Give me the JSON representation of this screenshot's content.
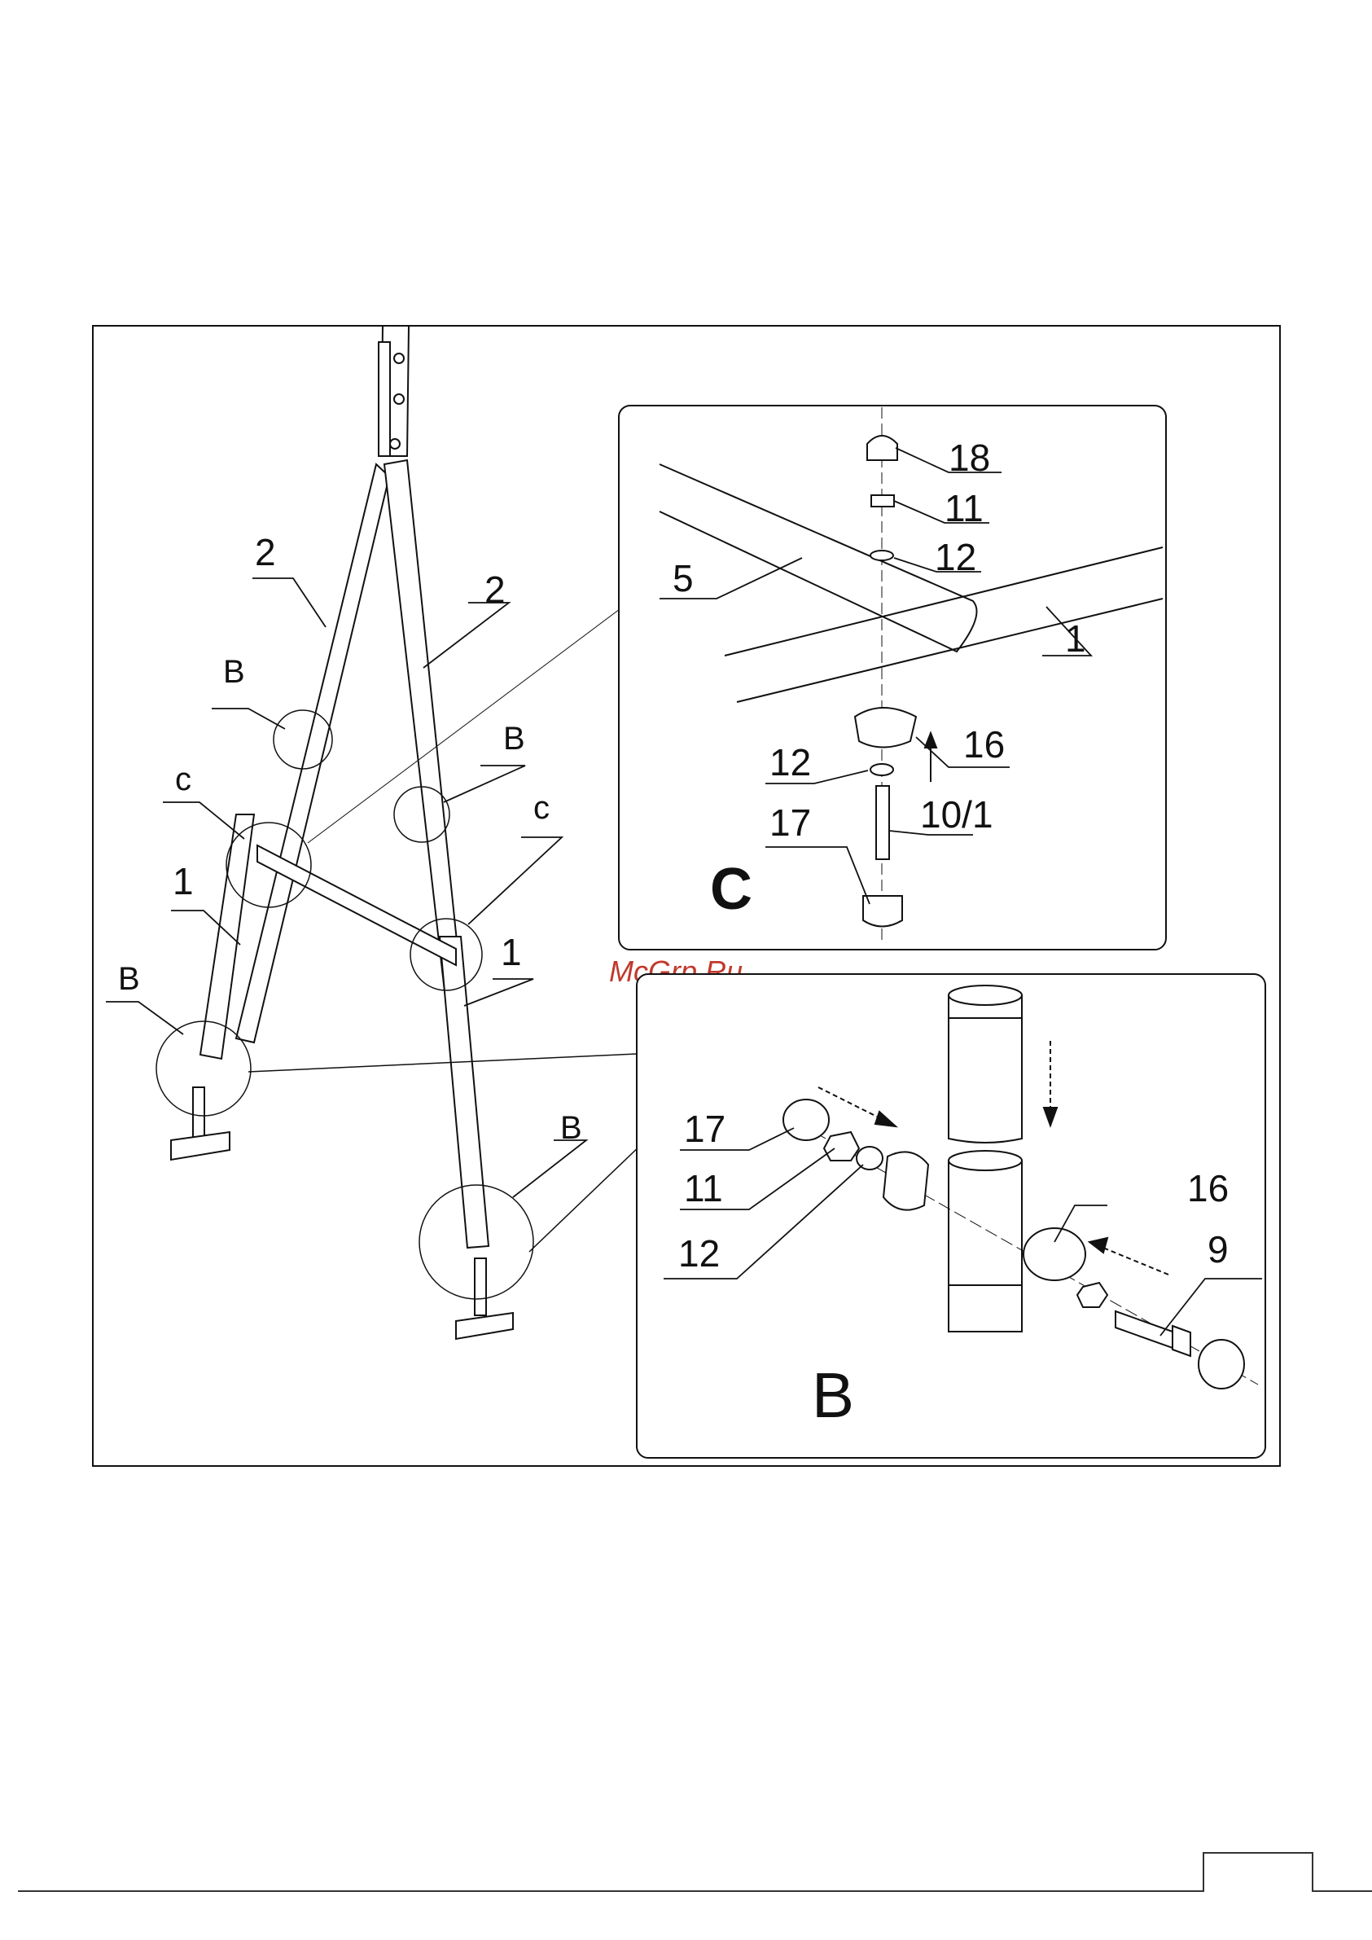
{
  "watermark": "McGrp.Ru",
  "main_view": {
    "labels": {
      "upper_left_tube": "2",
      "upper_right_tube": "2",
      "lower_left_tube": "1",
      "lower_right_tube": "1",
      "joint_b_upper_left": "B",
      "joint_b_upper_right": "B",
      "joint_b_lower_left": "B",
      "joint_b_lower_right": "B",
      "joint_c_left": "c",
      "joint_c_right": "c"
    }
  },
  "detail_c": {
    "title": "C",
    "parts": {
      "cap": "18",
      "nut": "11",
      "washer_top": "12",
      "crossbar": "5",
      "tube": "1",
      "end_cap": "16",
      "washer_bottom": "12",
      "bolt": "10/1",
      "cap_bottom": "17"
    }
  },
  "detail_b": {
    "title": "B",
    "parts": {
      "cap_left": "17",
      "nut": "11",
      "washer": "12",
      "end_cap_right": "16",
      "bolt": "9"
    }
  }
}
